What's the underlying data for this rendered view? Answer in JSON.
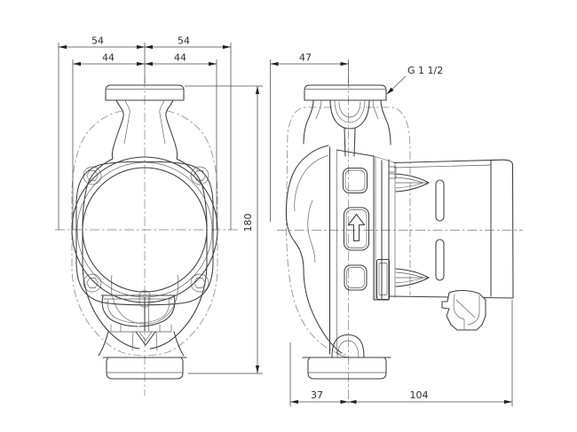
{
  "drawing": {
    "dimensions": {
      "top_outer_left": "54",
      "top_outer_right": "54",
      "top_inner_left": "44",
      "top_inner_right": "44",
      "side_port_offset": "47",
      "port_to_port_height": "180",
      "bottom_front_offset": "37",
      "bottom_rear_offset": "104"
    },
    "thread_label": "G 1 1/2",
    "icons": {
      "flow_direction_arrow": "up-arrow"
    }
  }
}
